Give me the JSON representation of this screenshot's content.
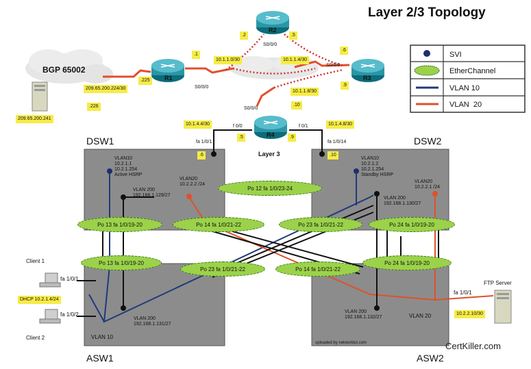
{
  "title": "Layer 2/3 Topology",
  "bgp": "BGP 65002",
  "routers": [
    "R1",
    "R2",
    "R3",
    "R4"
  ],
  "layer3": "Layer 3",
  "switches": {
    "dsw1": "DSW1",
    "dsw2": "DSW2",
    "asw1": "ASW1",
    "asw2": "ASW2"
  },
  "legend": {
    "items": [
      {
        "label": "SVI",
        "symbol": "dot",
        "color": "#1f2e6e"
      },
      {
        "label": "EtherChannel",
        "symbol": "ellipse",
        "color": "#9bd24a"
      },
      {
        "label": "VLAN 10",
        "symbol": "line",
        "color": "#1f3a7a"
      },
      {
        "label": "VLAN  20",
        "symbol": "line",
        "color": "#e0502a"
      }
    ]
  },
  "wan_labels": {
    "isp_net": "209.65.200.224/30",
    "isp_226": ".226",
    "isp_225": ".225",
    "isp_server": "209.65.200.241",
    "r1_1": ".1",
    "r1_s000": "S0/0/0",
    "r2_2": ".2",
    "r2_5": ".5",
    "r2_s000": "S0/0/0",
    "net_10_1_1_0": "10.1.1.0/30",
    "net_10_1_1_4": "10.1.1.4/30",
    "r3_6": ".6",
    "r3_s000": "S0/0/0",
    "r3_9": ".9",
    "net_10_1_1_8": "10.1.1.8/30",
    "r4_10": ".10",
    "r4_s000": "S0/0/0",
    "net_10_1_4_4": "10.1.4.4/30",
    "net_10_1_4_8": "10.1.4.8/30",
    "r4_f00": "f 0/0",
    "r4_f01": "f 0/1",
    "r4_5": ".5",
    "r4_9": ".9",
    "dsw1_fa": "fa 1/0/1",
    "dsw1_6": ".6",
    "dsw2_fa": "fa 1/0/14",
    "dsw2_10": ".10"
  },
  "dsw1": {
    "vlan10": [
      "VLAN10",
      "10.2.1.1",
      "10.2.1.254",
      "Active HSRP"
    ],
    "vlan20": [
      "VLAN20",
      "10.2.2.2 /24"
    ],
    "vlan200": [
      "VLAN 200",
      "192.168.1.129/27"
    ]
  },
  "dsw2": {
    "vlan10": [
      "VLAN10",
      "10.2.1.2",
      "10.2.1.254",
      "Standby HSRP"
    ],
    "vlan20": [
      "VLAN20",
      "10.2.2.1 /24"
    ],
    "vlan200": [
      "VLAN 200",
      "192.168.1.130/27"
    ]
  },
  "asw1": {
    "vlan200": [
      "VLAN 200",
      "192.168.1.131/27"
    ],
    "vlan10": "VLAN 10"
  },
  "asw2": {
    "vlan200": [
      "VLAN 200",
      "192.168.1.132/27"
    ],
    "vlan20": "VLAN 20"
  },
  "etherchannels": {
    "po12": "Po 12  fa 1/0/23-24",
    "po13a": "Po 13  fa 1/0/19-20",
    "po14a": "Po 14  fa 1/0/21-22",
    "po23a": "Po 23  fa 1/0/21-22",
    "po24a": "Po 24  fa 1/0/19-20",
    "po13b": "Po 13  fa 1/0/19-20",
    "po23b": "Po 23  fa 1/0/21-22",
    "po14b": "Po 14  fa 1/0/21-22",
    "po24b": "Po 24  fa 1/0/19-20"
  },
  "clients": {
    "client1": "Client 1",
    "client2": "Client 2",
    "fa1": "fa 1/0/1",
    "fa2": "fa 1/0/2",
    "dhcp": "DHCP 10.2.1.4/24"
  },
  "ftp": {
    "label": "FTP Server",
    "fa": "fa 1/0/1",
    "ip": "10.2.2.10/30"
  },
  "uploaded": "uploaded by networktut.com",
  "watermark": "CertKiller.com"
}
